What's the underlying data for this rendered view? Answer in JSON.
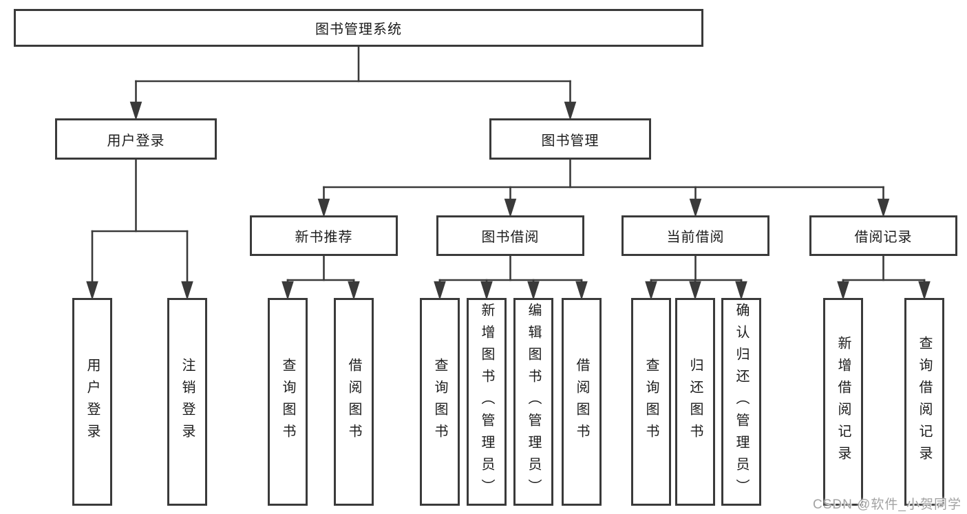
{
  "diagram": {
    "root": {
      "label": "图书管理系统"
    },
    "branches": [
      {
        "label": "用户登录",
        "children": [
          {
            "label": "用户登录"
          },
          {
            "label": "注销登录"
          }
        ]
      },
      {
        "label": "图书管理",
        "children": [
          {
            "label": "新书推荐",
            "children": [
              {
                "label": "查询图书"
              },
              {
                "label": "借阅图书"
              }
            ]
          },
          {
            "label": "图书借阅",
            "children": [
              {
                "label": "查询图书"
              },
              {
                "label": "新增图书（管理员）"
              },
              {
                "label": "编辑图书（管理员）"
              },
              {
                "label": "借阅图书"
              }
            ]
          },
          {
            "label": "当前借阅",
            "children": [
              {
                "label": "查询图书"
              },
              {
                "label": "归还图书"
              },
              {
                "label": "确认归还（管理员）"
              }
            ]
          },
          {
            "label": "借阅记录",
            "children": [
              {
                "label": "新增借阅记录"
              },
              {
                "label": "查询借阅记录"
              }
            ]
          }
        ]
      }
    ]
  },
  "watermark": {
    "text": "CSDN @软件_小贺同学"
  },
  "colors": {
    "line": "#3a3a3a",
    "text": "#1c1c1c",
    "watermark": "#a3a3a3",
    "background": "#ffffff"
  }
}
